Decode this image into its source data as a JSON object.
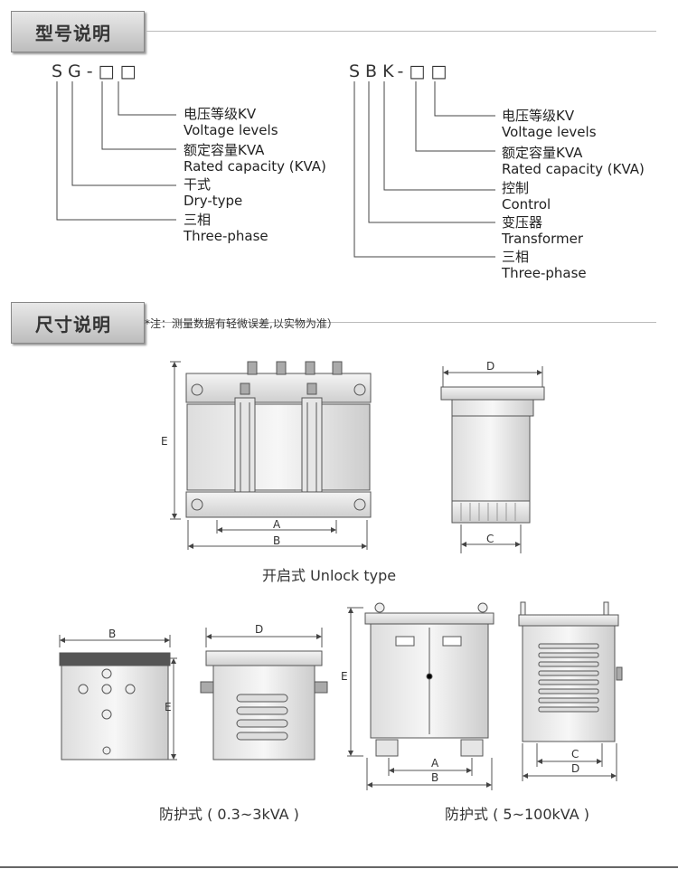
{
  "sections": {
    "model": {
      "title": "型号说明"
    },
    "size": {
      "title": "尺寸说明",
      "note": "*注：测量数据有轻微误差,以实物为准）"
    }
  },
  "sg": {
    "code": "SG-□□",
    "items": [
      {
        "cn": "电压等级KV",
        "en": "Voltage levels"
      },
      {
        "cn": "额定容量KVA",
        "en": "Rated capacity (KVA)"
      },
      {
        "cn": "干式",
        "en": "Dry-type"
      },
      {
        "cn": "三相",
        "en": "Three-phase"
      }
    ]
  },
  "sbk": {
    "code": "SBK-□□",
    "items": [
      {
        "cn": "电压等级KV",
        "en": "Voltage levels"
      },
      {
        "cn": "额定容量KVA",
        "en": "Rated capacity (KVA)"
      },
      {
        "cn": "控制",
        "en": "Control"
      },
      {
        "cn": "变压器",
        "en": "Transformer"
      },
      {
        "cn": "三相",
        "en": "Three-phase"
      }
    ]
  },
  "dims": {
    "a": "A",
    "b": "B",
    "c": "C",
    "d": "D",
    "e": "E"
  },
  "captions": {
    "unlock": "开启式 Unlock type",
    "protect_small": "防护式 ( 0.3~3kVA )",
    "protect_large": "防护式 ( 5~100kVA )"
  }
}
